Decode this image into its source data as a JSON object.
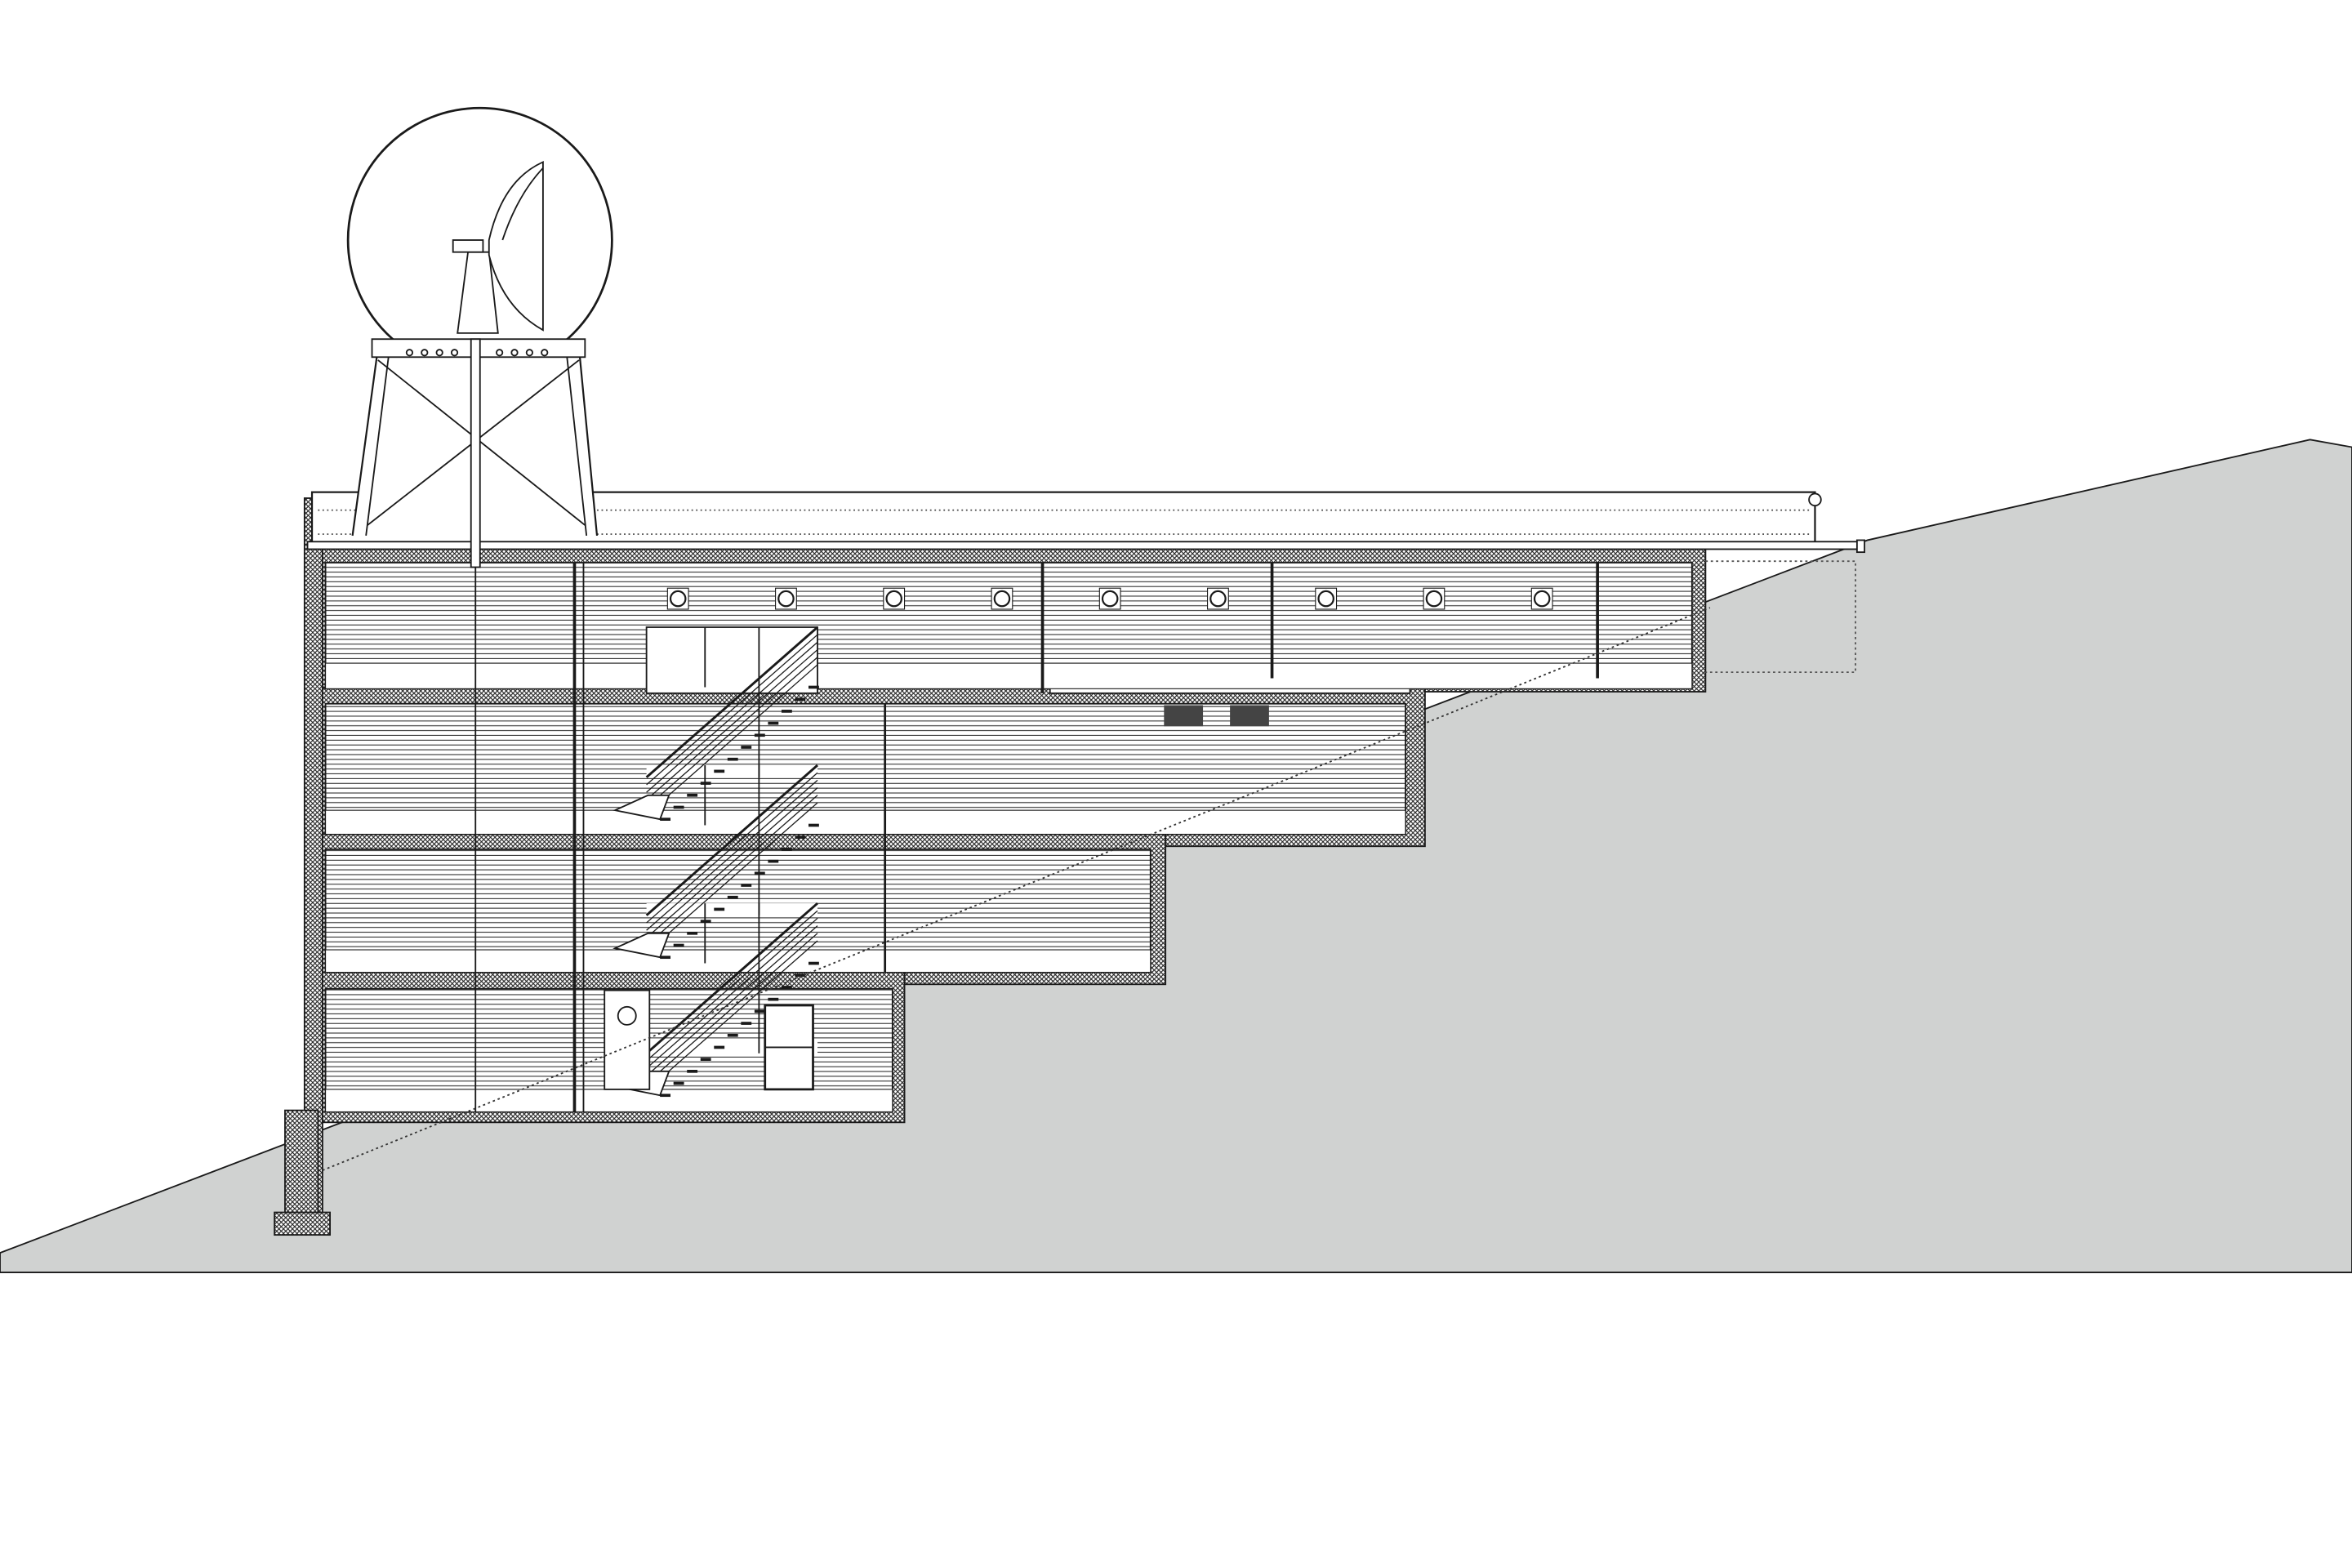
{
  "colors": {
    "background": "#ffffff",
    "ground": "#d0d2d1",
    "line": "#1a1a1a",
    "room_fill": "#ffffff"
  },
  "drawing": {
    "type": "architectural-section",
    "floors": 4,
    "portholes": 9,
    "stair_flights": 3
  }
}
